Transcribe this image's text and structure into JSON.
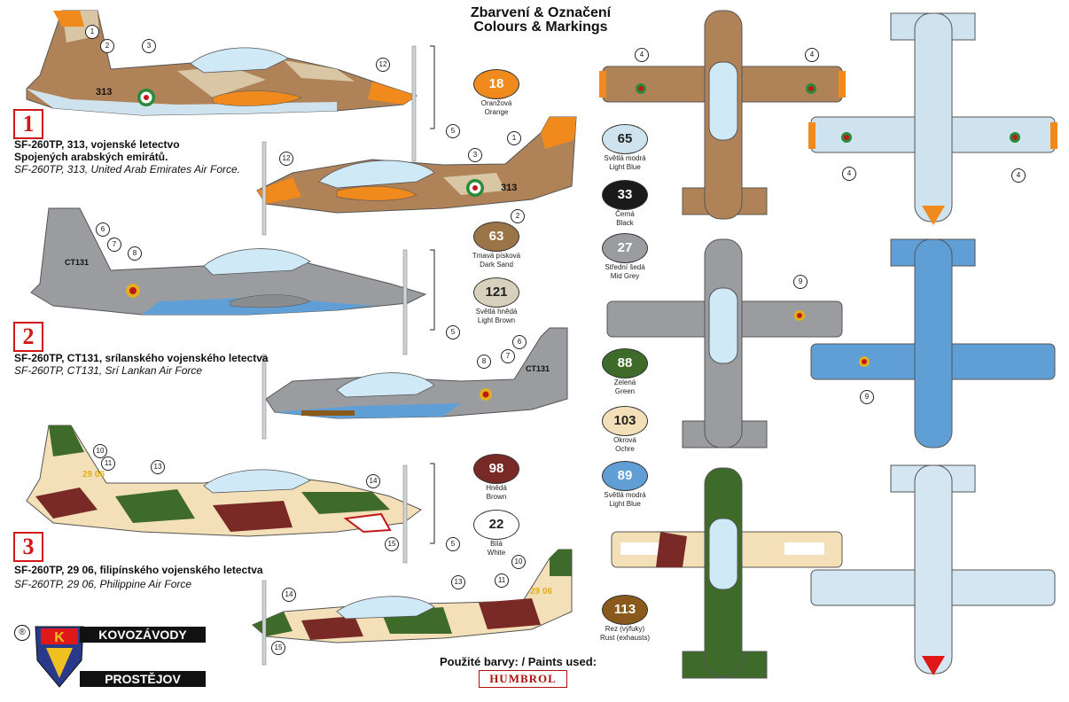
{
  "title": {
    "cz": "Zbarvení & Označení",
    "en": "Colours & Markings"
  },
  "schemes": [
    {
      "number": "1",
      "line1": "SF-260TP, 313, vojenské letectvo",
      "line2": "Spojených arabských emirátů.",
      "line3": "SF-260TP, 313, United Arab Emirates Air Force.",
      "serial": "313",
      "colors": {
        "base": "#b08258",
        "sand": "#d8c6a4",
        "accent": "#f08a1c",
        "under": "#cfe3ef"
      }
    },
    {
      "number": "2",
      "line1": "SF-260TP, CT131, srílanského vojenského letectva",
      "line3": "SF-260TP, CT131, Srí Lankan Air Force",
      "serial": "CT131",
      "colors": {
        "base": "#9a9ca0",
        "under": "#5f9fd6"
      }
    },
    {
      "number": "3",
      "line1": "SF-260TP, 29 06, filipínského vojenského letectva",
      "line3": "SF-260TP, 29 06, Philippine Air Force",
      "serial": "29 06",
      "colors": {
        "green": "#3e6a2a",
        "brown": "#7a2a26",
        "ochre": "#f3dfb8",
        "under": "#d3e6f1"
      }
    }
  ],
  "paints": [
    {
      "code": "18",
      "cz": "Oranžová",
      "en": "Orange",
      "color": "#f08a1c",
      "text_color": "#ffffff"
    },
    {
      "code": "65",
      "cz": "Světlá modrá",
      "en": "Light Blue",
      "color": "#cfe3ef",
      "text_color": "#222222"
    },
    {
      "code": "33",
      "cz": "Černá",
      "en": "Black",
      "color": "#1a1a1a",
      "text_color": "#ffffff"
    },
    {
      "code": "63",
      "cz": "Tmavá písková",
      "en": "Dark Sand",
      "color": "#9b7447",
      "text_color": "#ffffff"
    },
    {
      "code": "27",
      "cz": "Střední šedá",
      "en": "Mid Grey",
      "color": "#9a9ca0",
      "text_color": "#ffffff"
    },
    {
      "code": "121",
      "cz": "Světlá hnědá",
      "en": "Light Brown",
      "color": "#d8d0bc",
      "text_color": "#222222"
    },
    {
      "code": "88",
      "cz": "Zelená",
      "en": "Green",
      "color": "#3e6a2a",
      "text_color": "#ffffff"
    },
    {
      "code": "103",
      "cz": "Okrová",
      "en": "Ochre",
      "color": "#f3dfb8",
      "text_color": "#222222"
    },
    {
      "code": "98",
      "cz": "Hnědá",
      "en": "Brown",
      "color": "#7a2a26",
      "text_color": "#ffffff"
    },
    {
      "code": "89",
      "cz": "Světlá modrá",
      "en": "Light Blue",
      "color": "#5f9fd6",
      "text_color": "#ffffff"
    },
    {
      "code": "22",
      "cz": "Bílá",
      "en": "White",
      "color": "#ffffff",
      "text_color": "#222222"
    },
    {
      "code": "113",
      "cz": "Rez (výfuky)",
      "en": "Rust (exhausts)",
      "color": "#8a5a1c",
      "text_color": "#ffffff"
    }
  ],
  "paints_used": "Použité barvy: / Paints used:",
  "humbrol": "HUMBROL",
  "logo": {
    "reg": "®",
    "top": "KOVOZÁVODY",
    "bottom": "PROSTĚJOV",
    "letter": "K"
  },
  "callouts": [
    "1",
    "2",
    "3",
    "4",
    "5",
    "6",
    "7",
    "8",
    "9",
    "10",
    "11",
    "12",
    "13",
    "14",
    "15"
  ]
}
